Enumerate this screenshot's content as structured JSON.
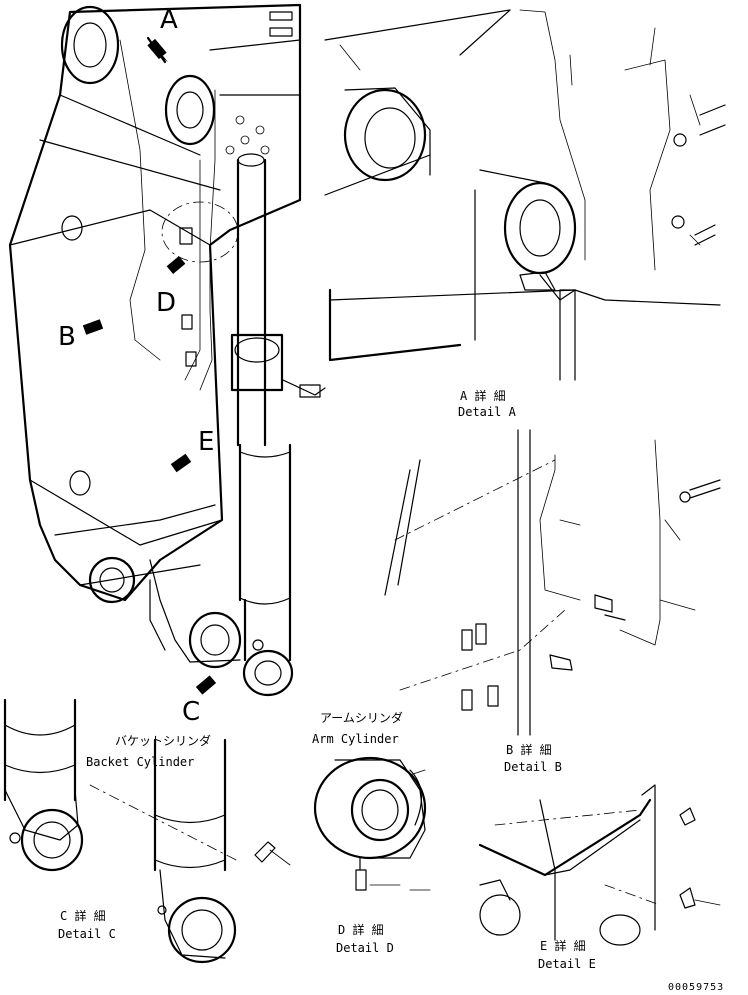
{
  "views": {
    "A": "A",
    "B": "B",
    "C": "C",
    "D": "D",
    "E": "E"
  },
  "details": {
    "a_jp": "A 詳 細",
    "a_en": "Detail A",
    "b_jp": "B 詳 細",
    "b_en": "Detail B",
    "c_jp": "C 詳 細",
    "c_en": "Detail C",
    "d_jp": "D 詳 細",
    "d_en": "Detail D",
    "e_jp": "E 詳 細",
    "e_en": "Detail E"
  },
  "components": {
    "bucket_cyl_jp": "バケットシリンダ",
    "bucket_cyl_en": "Backet Cylinder",
    "arm_cyl_jp": "アームシリンダ",
    "arm_cyl_en": "Arm Cylinder"
  },
  "drawing_number": "00059753"
}
